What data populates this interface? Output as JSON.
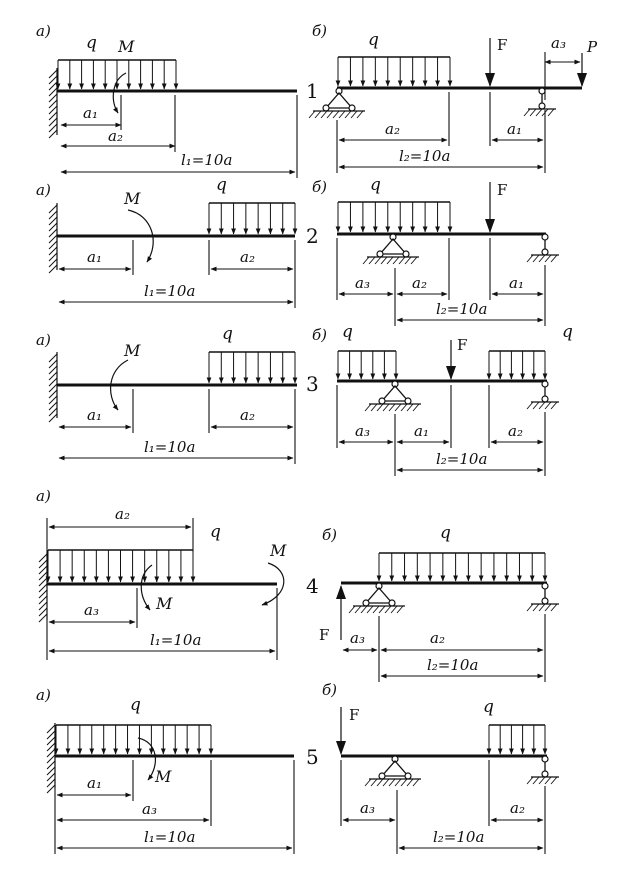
{
  "part_a": "а)",
  "part_b": "б)",
  "q": "q",
  "M": "M",
  "F": "F",
  "P": "P",
  "rows": [
    {
      "number": "1",
      "a": {
        "a1": "a₁",
        "a2": "a₂",
        "l1": "l₁=10a"
      },
      "b": {
        "a1": "a₁",
        "a2": "a₂",
        "a3": "a₃",
        "l2": "l₂=10a"
      }
    },
    {
      "number": "2",
      "a": {
        "a1": "a₁",
        "a2": "a₂",
        "l1": "l₁=10a"
      },
      "b": {
        "a1": "a₁",
        "a2": "a₂",
        "a3": "a₃",
        "l2": "l₂=10a"
      }
    },
    {
      "number": "3",
      "a": {
        "a1": "a₁",
        "a2": "a₂",
        "l1": "l₁=10a"
      },
      "b": {
        "a1": "a₁",
        "a2": "a₂",
        "a3": "a₃",
        "l2": "l₂=10a"
      }
    },
    {
      "number": "4",
      "a": {
        "a2": "a₂",
        "a3": "a₃",
        "l1": "l₁=10a"
      },
      "b": {
        "a2": "a₂",
        "a3": "a₃",
        "l2": "l₂=10a"
      }
    },
    {
      "number": "5",
      "a": {
        "a1": "a₁",
        "a3": "a₃",
        "l1": "l₁=10a"
      },
      "b": {
        "a2": "a₂",
        "a3": "a₃",
        "l2": "l₂=10a"
      }
    }
  ]
}
